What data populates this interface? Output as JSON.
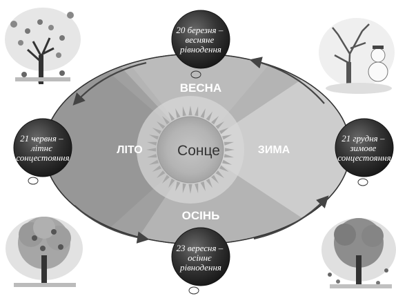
{
  "sun": {
    "label": "Сонце"
  },
  "seasons": {
    "spring": "ВЕСНА",
    "summer": "ЛІТО",
    "autumn": "ОСІНЬ",
    "winter": "ЗИМА"
  },
  "points": {
    "spring_equinox": [
      "20 березня –",
      "весняне",
      "рівнодення"
    ],
    "summer_solstice": [
      "21 червня –",
      "літнє",
      "сонцестояння"
    ],
    "autumn_equinox": [
      "23 вересня –",
      "осіннє",
      "рівнодення"
    ],
    "winter_solstice": [
      "21 грудня –",
      "зимове",
      "сонцестояння"
    ]
  },
  "trees": [
    "spring-tree",
    "winter-tree-snowman",
    "summer-tree",
    "autumn-tree"
  ],
  "colors": {
    "orbit_fill": "#b4b4b4",
    "summer_sector": "#939393",
    "winter_sector": "#cfcfcf",
    "sun_halo": "#d8d8d8",
    "sun_core": "#bdbdbd",
    "earth": "#2f2f2f",
    "arrow": "#444444"
  }
}
